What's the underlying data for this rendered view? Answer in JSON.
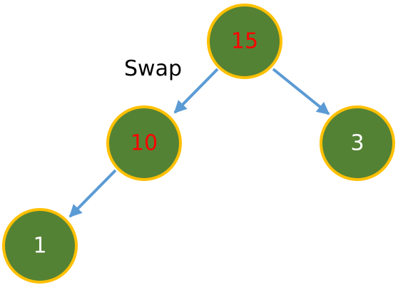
{
  "annotation": {
    "text": "Swap"
  },
  "colors": {
    "node_fill": "#548235",
    "node_border": "#FFC000",
    "edge": "#5B9BD5",
    "highlight_text": "#FF0000",
    "normal_text": "#FFFFFF",
    "annotation_text": "#000000"
  },
  "tree": {
    "nodes": [
      {
        "id": "n15",
        "value": "15",
        "highlighted": true
      },
      {
        "id": "n10",
        "value": "10",
        "highlighted": true
      },
      {
        "id": "n3",
        "value": "3",
        "highlighted": false
      },
      {
        "id": "n1",
        "value": "1",
        "highlighted": false
      }
    ],
    "edges": [
      {
        "from": "n15",
        "to": "n10"
      },
      {
        "from": "n15",
        "to": "n3"
      },
      {
        "from": "n10",
        "to": "n1"
      }
    ]
  }
}
